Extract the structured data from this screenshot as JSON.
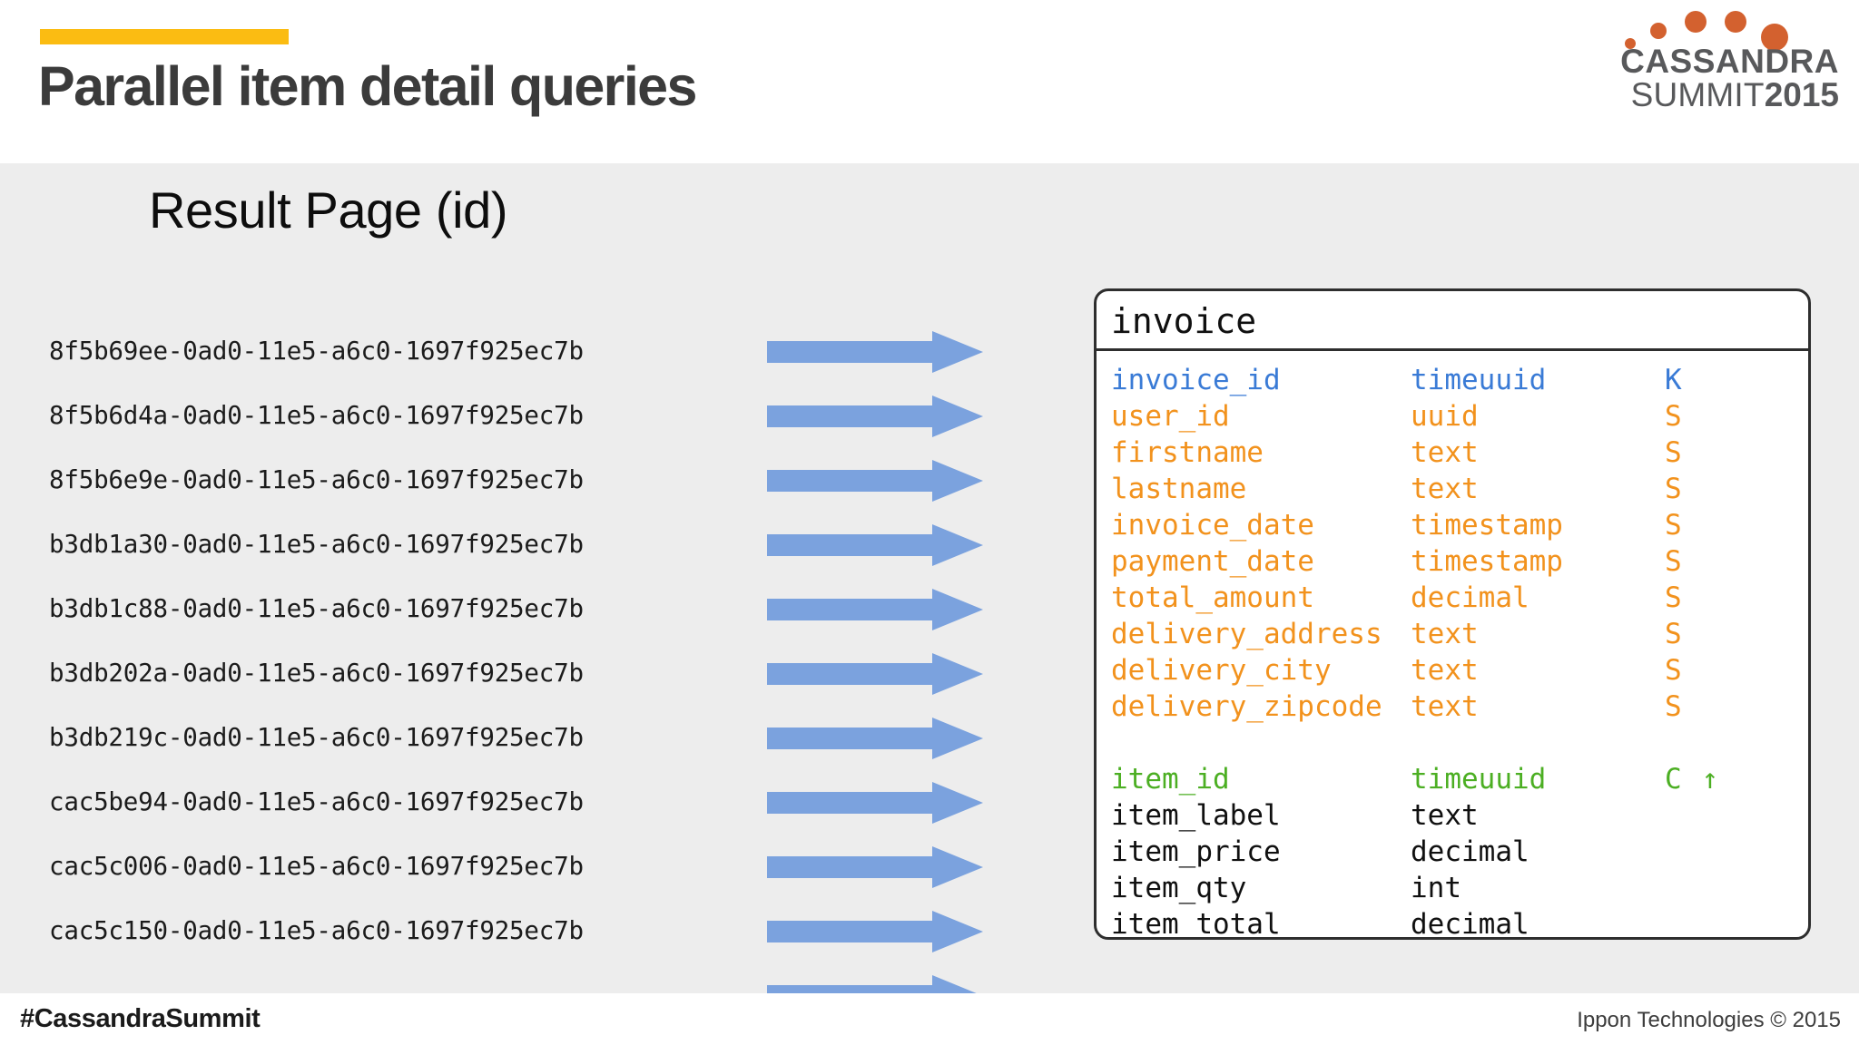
{
  "slide": {
    "title": "Parallel item detail queries",
    "accent_color": "#fbbc12",
    "body_background": "#ededed"
  },
  "logo": {
    "line1": "CASSANDRA",
    "line2_prefix": "SUMMIT",
    "line2_year": "2015",
    "dot_color": "#d3612f",
    "text_color": "#58595b"
  },
  "main": {
    "section_heading": "Result Page (id)",
    "arrow_color": "#7ba2de",
    "arrow_count": 11,
    "result_ids": [
      "8f5b69ee-0ad0-11e5-a6c0-1697f925ec7b",
      "8f5b6d4a-0ad0-11e5-a6c0-1697f925ec7b",
      "8f5b6e9e-0ad0-11e5-a6c0-1697f925ec7b",
      "b3db1a30-0ad0-11e5-a6c0-1697f925ec7b",
      "b3db1c88-0ad0-11e5-a6c0-1697f925ec7b",
      "b3db202a-0ad0-11e5-a6c0-1697f925ec7b",
      "b3db219c-0ad0-11e5-a6c0-1697f925ec7b",
      "cac5be94-0ad0-11e5-a6c0-1697f925ec7b",
      "cac5c006-0ad0-11e5-a6c0-1697f925ec7b",
      "cac5c150-0ad0-11e5-a6c0-1697f925ec7b"
    ]
  },
  "table": {
    "name": "invoice",
    "colors": {
      "partition_key": "#3a7bd6",
      "static": "#f2921d",
      "clustering": "#4caf23",
      "regular": "#101010"
    },
    "columns": [
      {
        "name": "invoice_id",
        "type": "timeuuid",
        "key": "K",
        "role": "key",
        "sort": ""
      },
      {
        "name": "user_id",
        "type": "uuid",
        "key": "S",
        "role": "static",
        "sort": ""
      },
      {
        "name": "firstname",
        "type": "text",
        "key": "S",
        "role": "static",
        "sort": ""
      },
      {
        "name": "lastname",
        "type": "text",
        "key": "S",
        "role": "static",
        "sort": ""
      },
      {
        "name": "invoice_date",
        "type": "timestamp",
        "key": "S",
        "role": "static",
        "sort": ""
      },
      {
        "name": "payment_date",
        "type": "timestamp",
        "key": "S",
        "role": "static",
        "sort": ""
      },
      {
        "name": "total_amount",
        "type": "decimal",
        "key": "S",
        "role": "static",
        "sort": ""
      },
      {
        "name": "delivery_address",
        "type": "text",
        "key": "S",
        "role": "static",
        "sort": ""
      },
      {
        "name": "delivery_city",
        "type": "text",
        "key": "S",
        "role": "static",
        "sort": ""
      },
      {
        "name": "delivery_zipcode",
        "type": "text",
        "key": "S",
        "role": "static",
        "sort": ""
      },
      {
        "name": "",
        "type": "",
        "key": "",
        "role": "spacer",
        "sort": ""
      },
      {
        "name": "item_id",
        "type": "timeuuid",
        "key": "C",
        "role": "cluster",
        "sort": "↑"
      },
      {
        "name": "item_label",
        "type": "text",
        "key": "",
        "role": "plain",
        "sort": ""
      },
      {
        "name": "item_price",
        "type": "decimal",
        "key": "",
        "role": "plain",
        "sort": ""
      },
      {
        "name": "item_qty",
        "type": "int",
        "key": "",
        "role": "plain",
        "sort": ""
      },
      {
        "name": "item_total",
        "type": "decimal",
        "key": "",
        "role": "plain",
        "sort": ""
      }
    ]
  },
  "footer": {
    "hashtag": "#CassandraSummit",
    "copyright": "Ippon Technologies © 2015"
  }
}
